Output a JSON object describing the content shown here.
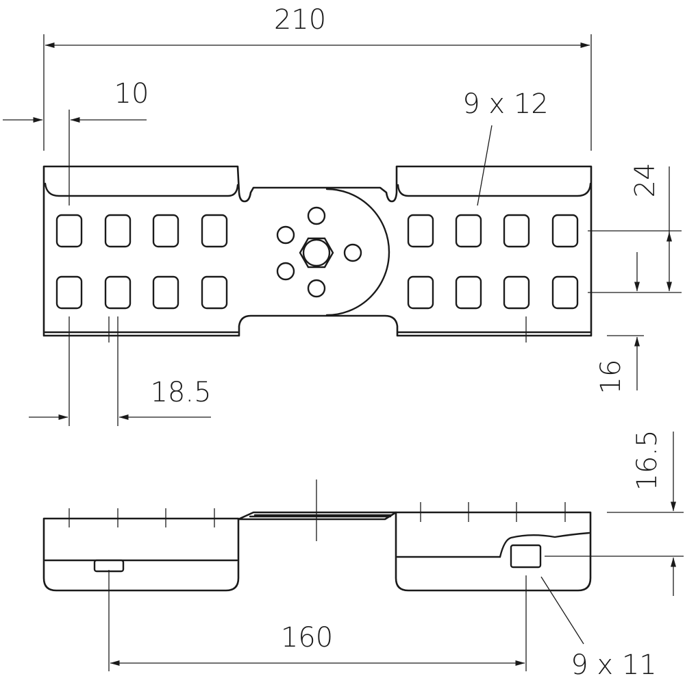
{
  "drawing": {
    "colors": {
      "line": "#1a1a1a",
      "background": "#ffffff"
    },
    "dimensions": {
      "overall_width": "210",
      "edge_offset": "10",
      "slot_size_top": "9 x 12",
      "row_offset": "24",
      "slot_pitch": "18.5",
      "row_spacing": "16",
      "side_height": "16.5",
      "hole_spacing": "160",
      "slot_size_side": "9 x 11"
    }
  }
}
